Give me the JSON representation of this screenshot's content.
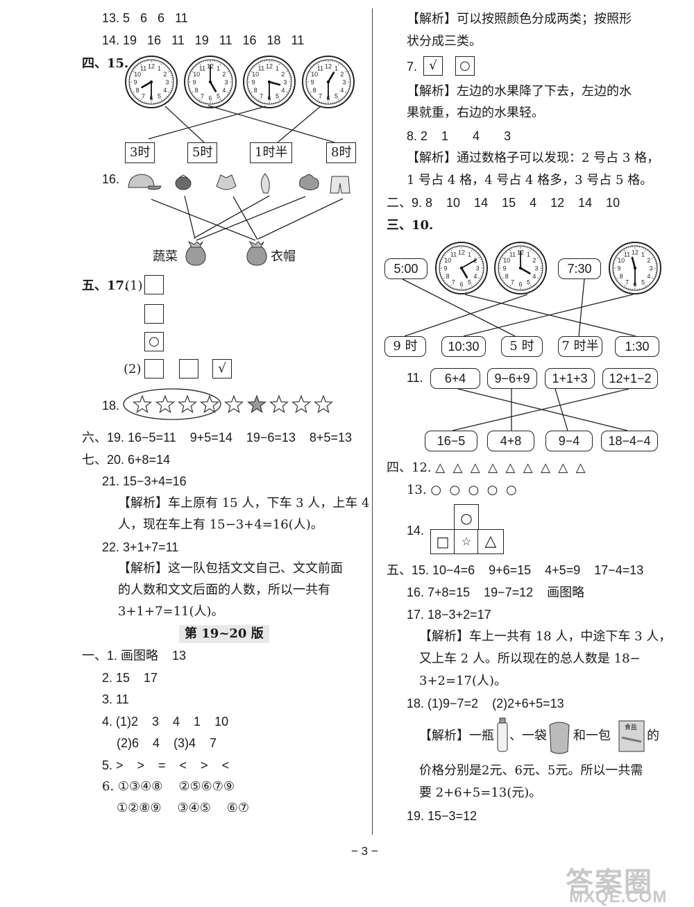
{
  "left": {
    "l13": "13. 5   6   6   11",
    "l14": "14. 19   16   11   19   11   16   18   11",
    "s4": "四、15.",
    "clock_labels": [
      "3时",
      "5时",
      "1时半",
      "8时"
    ],
    "l16": "16.",
    "bag_veg": "蔬菜",
    "bag_clothes": "衣帽",
    "s5": "五、17.",
    "p1": "(1)",
    "p2": "(2)",
    "circle_mark": "○",
    "check_mark": "√",
    "l18": "18.",
    "s6": "六、19. 16−5=11    9+5=14    19−6=13    8+5=13",
    "s7": "七、20. 6+8=14",
    "l21": "21. 15−3+4=16",
    "l21a": "【解析】车上原有 15 人，下车 3 人，上车 4",
    "l21b": "人，现在车上有 15−3+4=16(人)。",
    "l22": "22. 3+1+7=11",
    "l22a": "【解析】这一队包括文文自己、文文前面",
    "l22b": "的人数和文文后面的人数，所以一共有",
    "l22c": "3+1+7=11(人)。",
    "section_title": "第 19~20 版",
    "s1": "一、1. 画图略    13",
    "l2": "2. 15    17",
    "l3": "3. 11",
    "l4a": "4. (1)2    3    4    1    10",
    "l4b": "(2)6    4    (3)4    7",
    "l5": "5. >    >    =    <    >    <",
    "l6a": "6. ①③④⑧    ②⑤⑥⑦⑨",
    "l6b": "①②⑧⑨    ③④⑤    ⑥⑦"
  },
  "right": {
    "r0a": "【解析】可以按照颜色分成两类；按照形",
    "r0b": "状分成三类。",
    "r7": "7.",
    "check_mark": "√",
    "circle_mark": "○",
    "r7a": "【解析】左边的水果降了下去，左边的水",
    "r7b": "果就重，右边的水果轻。",
    "r8": "8. 2    1       4       3",
    "r8a": "【解析】通过数格子可以发现：2 号占 3 格，",
    "r8b": "1 号占 4 格，4 号占 4 格多，3 号占 5 格。",
    "s2": "二、9. 8    10    14    15    4    12    14    10",
    "s3": "三、10.",
    "time_top": [
      "5:00",
      "7:30"
    ],
    "time_bottom": [
      "9 时",
      "10:30",
      "5 时",
      "7 时半",
      "1:30"
    ],
    "r11": "11.",
    "eq_top": [
      "6+4",
      "9−6+9",
      "1+1+3",
      "12+1−2"
    ],
    "eq_bottom": [
      "16−5",
      "4+8",
      "9−4",
      "18−4−4"
    ],
    "s4": "四、12. △  △  △  △  △  △  △  △  △",
    "r13": "13. ○  ○  ○  ○  ○",
    "r14": "14.",
    "shape_top": "○",
    "shape_bottom": [
      "□",
      "☆",
      "△"
    ],
    "s5": "五、15. 10−4=6    9+6=15    4+5=9    17−4=13",
    "r16": "16. 7+8=15    19−7=12    画图略",
    "r17": "17. 18−3+2=17",
    "r17a": "【解析】车上一共有 18 人，中途下车 3 人，",
    "r17b": "又上车 2 人。所以现在的总人数是 18−",
    "r17c": "3+2=17(人)。",
    "r18": "18. (1)9−7=2    (2)2+6+5=13",
    "r18a1": "【解析】一瓶",
    "r18a2": "、一袋",
    "r18a3": "和一包",
    "r18a4": "的",
    "salt_label": "食盐",
    "r18b": "价格分别是2元、6元、5元。所以一共需",
    "r18c": "要 2+6+5=13(元)。",
    "r19": "19. 15−3=12"
  },
  "footer": {
    "page": "− 3 −"
  },
  "watermark": {
    "main": "答案圈",
    "sub": "MXQE.COM"
  },
  "colors": {
    "ink": "#1a1a1a",
    "star_fill": "#9a9a9a",
    "watermark": "#c8c8c8"
  }
}
